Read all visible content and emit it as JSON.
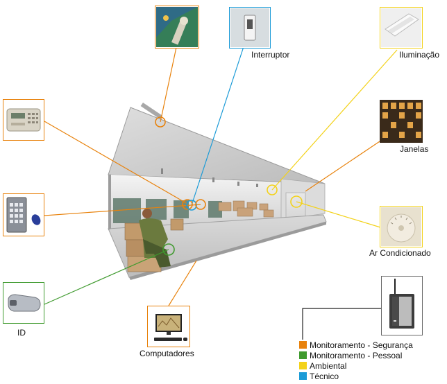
{
  "colors": {
    "security": "#e8820c",
    "personal": "#3f9a2e",
    "environmental": "#f3d21a",
    "technical": "#1b9bd7"
  },
  "labels": {
    "interruptor": "Interruptor",
    "iluminacao": "Iluminação",
    "janelas": "Janelas",
    "ar_condicionado": "Ar Condicionado",
    "id": "ID",
    "computadores": "Computadores"
  },
  "legend": [
    {
      "label": "Monitoramento - Segurança",
      "color": "#e8820c"
    },
    {
      "label": "Monitoramento - Pessoal",
      "color": "#3f9a2e"
    },
    {
      "label": "Ambiental",
      "color": "#f3d21a"
    },
    {
      "label": "Técnico",
      "color": "#1b9bd7"
    }
  ],
  "icons": {
    "camera": "security-camera-icon",
    "switch": "light-switch-icon",
    "light": "light-fixture-icon",
    "window": "window-building-icon",
    "keypad": "alarm-keypad-icon",
    "access": "access-keypad-icon",
    "id_reader": "id-card-reader-icon",
    "thermostat": "thermostat-icon",
    "computer": "computer-icon",
    "gateway": "gateway-device-icon"
  }
}
